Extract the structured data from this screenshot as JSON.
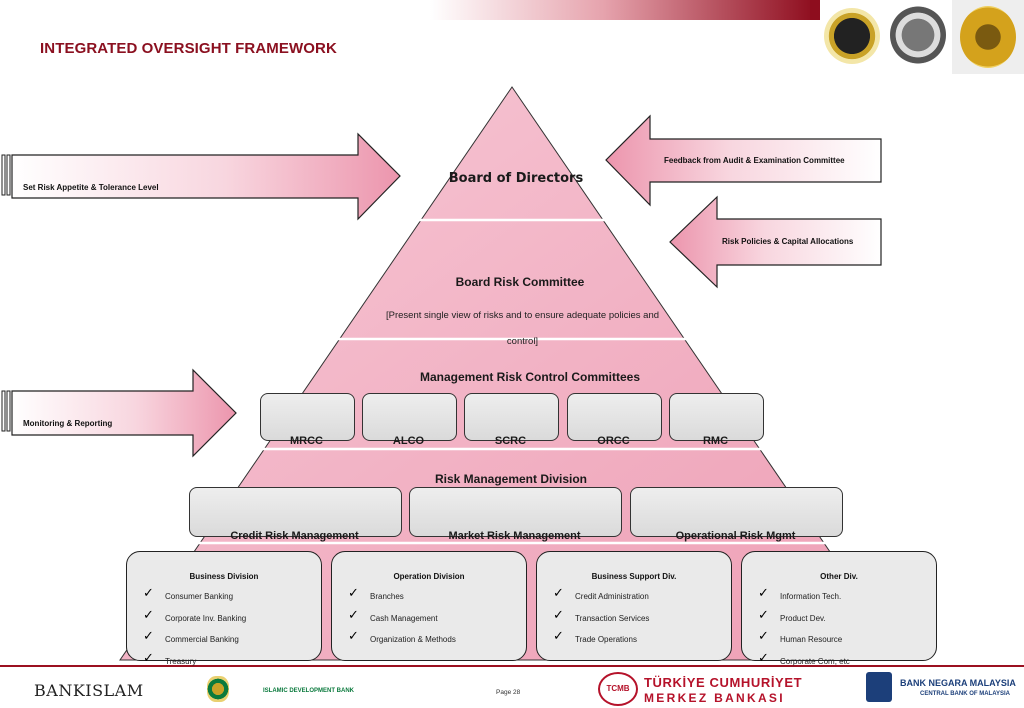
{
  "page": {
    "title": "INTEGRATED OVERSIGHT FRAMEWORK",
    "page_number": "Page 28"
  },
  "arrows": {
    "set_risk": "Set Risk Appetite & Tolerance Level",
    "monitoring": "Monitoring & Reporting",
    "feedback": "Feedback from Audit & Examination Committee",
    "policies": "Risk Policies & Capital Allocations"
  },
  "pyramid": {
    "board": "Board of Directors",
    "brc_title": "Board Risk Committee",
    "brc_line1": "[Present single view of risks and to ensure adequate policies and",
    "brc_line2": "control]",
    "mrcc_title": "Management Risk Control Committees",
    "committees": [
      "MRCC",
      "ALCO",
      "SCRC",
      "ORCC",
      "RMC"
    ],
    "rmd_title": "Risk Management Division",
    "rmd_units": [
      "Credit Risk Management",
      "Market Risk Management",
      "Operational Risk Mgmt"
    ]
  },
  "divisions": [
    {
      "title": "Business Division",
      "items": [
        "Consumer Banking",
        "Corporate Inv. Banking",
        "Commercial Banking",
        "Treasury"
      ]
    },
    {
      "title": "Operation Division",
      "items": [
        "Branches",
        "Cash Management",
        "Organization & Methods"
      ]
    },
    {
      "title": "Business Support  Div.",
      "items": [
        "Credit Administration",
        "Transaction Services",
        "Trade Operations"
      ]
    },
    {
      "title": "Other Div.",
      "items": [
        "Information Tech.",
        "Product Dev.",
        "Human Resource",
        "Corporate  Com, etc"
      ]
    }
  ],
  "footer": {
    "bank_islam": "BANK",
    "bank_islam_2": "ISLAM",
    "idb": "ISLAMIC DEVELOPMENT BANK",
    "tcmb_line1": "TÜRKİYE CUMHURİYET",
    "tcmb_line2": "MERKEZ BANKASI",
    "tcmb_logo": "TCMB",
    "bnm_line1": "BANK NEGARA MALAYSIA",
    "bnm_line2": "CENTRAL BANK OF MALAYSIA"
  },
  "colors": {
    "title": "#8b1020",
    "pyramid_pink": "#f2a6bd",
    "header_red": "#9b1020",
    "footer_line": "#9b1020"
  }
}
